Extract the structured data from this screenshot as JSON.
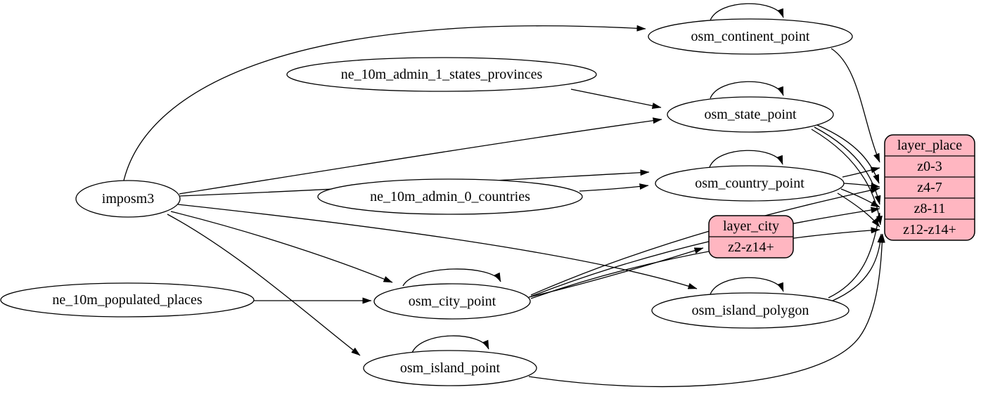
{
  "diagram": {
    "background_color": "#ffffff",
    "edge_color": "#000000",
    "ellipse_fill": "#ffffff",
    "record_fill": "#ffb6c1",
    "nodes": [
      {
        "id": "imposm3",
        "label": "imposm3",
        "shape": "ellipse",
        "self_loop": false
      },
      {
        "id": "ne_10m_admin_1_states_provinces",
        "label": "ne_10m_admin_1_states_provinces",
        "shape": "ellipse",
        "self_loop": false
      },
      {
        "id": "ne_10m_admin_0_countries",
        "label": "ne_10m_admin_0_countries",
        "shape": "ellipse",
        "self_loop": false
      },
      {
        "id": "ne_10m_populated_places",
        "label": "ne_10m_populated_places",
        "shape": "ellipse",
        "self_loop": false
      },
      {
        "id": "osm_continent_point",
        "label": "osm_continent_point",
        "shape": "ellipse",
        "self_loop": true
      },
      {
        "id": "osm_state_point",
        "label": "osm_state_point",
        "shape": "ellipse",
        "self_loop": true
      },
      {
        "id": "osm_country_point",
        "label": "osm_country_point",
        "shape": "ellipse",
        "self_loop": true
      },
      {
        "id": "osm_city_point",
        "label": "osm_city_point",
        "shape": "ellipse",
        "self_loop": true
      },
      {
        "id": "osm_island_polygon",
        "label": "osm_island_polygon",
        "shape": "ellipse",
        "self_loop": true
      },
      {
        "id": "osm_island_point",
        "label": "osm_island_point",
        "shape": "ellipse",
        "self_loop": true
      },
      {
        "id": "layer_city",
        "label": "layer_city",
        "shape": "record",
        "rows": [
          {
            "id": "z2-z14+",
            "label": "z2-z14+"
          }
        ]
      },
      {
        "id": "layer_place",
        "label": "layer_place",
        "shape": "record",
        "rows": [
          {
            "id": "z0-3",
            "label": "z0-3"
          },
          {
            "id": "z4-7",
            "label": "z4-7"
          },
          {
            "id": "z8-11",
            "label": "z8-11"
          },
          {
            "id": "z12-z14+",
            "label": "z12-z14+"
          }
        ]
      }
    ],
    "edges": [
      {
        "from": "imposm3",
        "to": "osm_continent_point"
      },
      {
        "from": "imposm3",
        "to": "osm_state_point"
      },
      {
        "from": "imposm3",
        "to": "osm_country_point"
      },
      {
        "from": "imposm3",
        "to": "osm_city_point"
      },
      {
        "from": "imposm3",
        "to": "osm_island_polygon"
      },
      {
        "from": "imposm3",
        "to": "osm_island_point"
      },
      {
        "from": "ne_10m_admin_1_states_provinces",
        "to": "osm_state_point"
      },
      {
        "from": "ne_10m_admin_0_countries",
        "to": "osm_country_point"
      },
      {
        "from": "ne_10m_populated_places",
        "to": "osm_city_point"
      },
      {
        "from": "osm_continent_point",
        "to": "layer_place.z0-3"
      },
      {
        "from": "osm_country_point",
        "to": "layer_place.z0-3"
      },
      {
        "from": "osm_country_point",
        "to": "layer_place.z4-7"
      },
      {
        "from": "osm_country_point",
        "to": "layer_place.z8-11"
      },
      {
        "from": "osm_country_point",
        "to": "layer_place.z12-z14+"
      },
      {
        "from": "osm_state_point",
        "to": "layer_place.z4-7"
      },
      {
        "from": "osm_state_point",
        "to": "layer_place.z8-11"
      },
      {
        "from": "osm_state_point",
        "to": "layer_place.z12-z14+"
      },
      {
        "from": "osm_city_point",
        "to": "layer_city.z2-z14+"
      },
      {
        "from": "osm_city_point",
        "to": "layer_place.z4-7"
      },
      {
        "from": "osm_city_point",
        "to": "layer_place.z8-11"
      },
      {
        "from": "osm_city_point",
        "to": "layer_place.z12-z14+"
      },
      {
        "from": "osm_island_polygon",
        "to": "layer_place.z8-11"
      },
      {
        "from": "osm_island_polygon",
        "to": "layer_place.z12-z14+"
      },
      {
        "from": "osm_island_point",
        "to": "layer_place.z12-z14+"
      }
    ]
  }
}
